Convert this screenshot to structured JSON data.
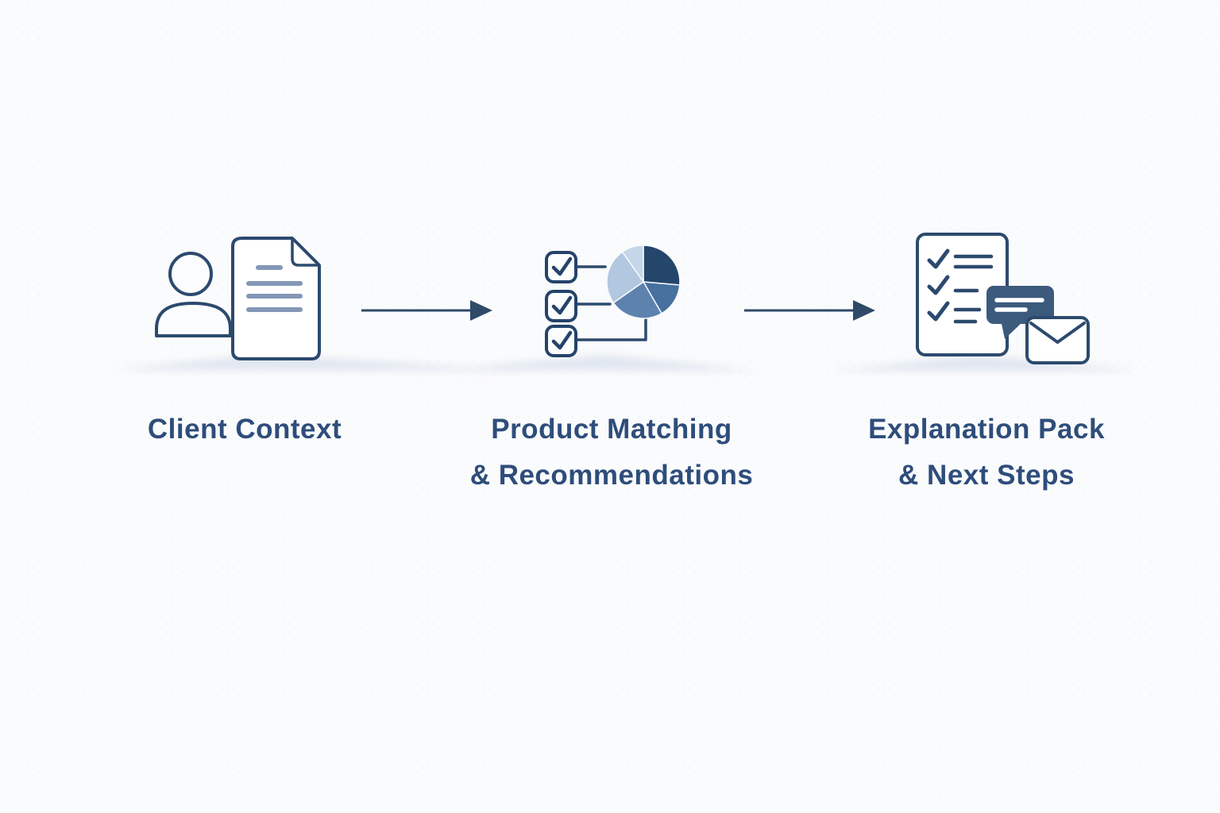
{
  "diagram": {
    "type": "process-flow",
    "direction": "left-to-right",
    "steps": [
      {
        "id": "client-context",
        "icon": "person-document-icon",
        "label_line1": "Client Context",
        "label_line2": ""
      },
      {
        "id": "product-matching",
        "icon": "checklist-pie-chart-icon",
        "label_line1": "Product Matching",
        "label_line2": "& Recommendations"
      },
      {
        "id": "explanation-pack",
        "icon": "report-chat-envelope-icon",
        "label_line1": "Explanation Pack",
        "label_line2": "& Next Steps"
      }
    ],
    "connectors": [
      {
        "from": "client-context",
        "to": "product-matching",
        "style": "arrow-right"
      },
      {
        "from": "product-matching",
        "to": "explanation-pack",
        "style": "arrow-right"
      }
    ],
    "colors": {
      "background": "#fafbfc",
      "outline": "#2c4a6e",
      "label_text": "#2e4d7b",
      "document_lines": "#8397b6",
      "arrow": "#2e4a68",
      "chat_bubble_fill": "#3c5a7c",
      "ground_shadow": "#dce3ee",
      "pie_slice_dark": "#24466b",
      "pie_slice_medium": "#47709f",
      "pie_slice_medium_light": "#5d82ae",
      "pie_slice_light": "#b2c7e0",
      "pie_slice_lightest": "#c5d6e8"
    }
  }
}
